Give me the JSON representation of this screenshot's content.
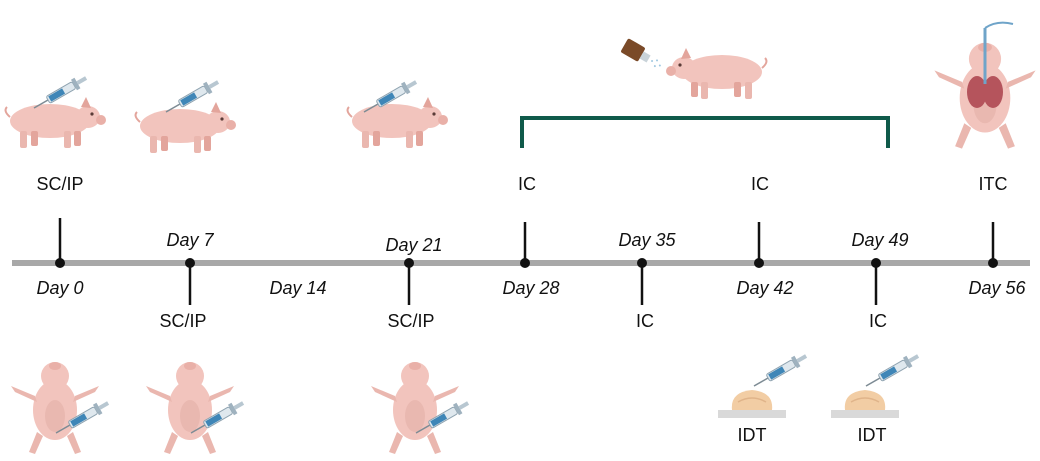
{
  "timeline": {
    "days": [
      "Day 0",
      "Day 7",
      "Day 14",
      "Day 21",
      "Day 28",
      "Day 35",
      "Day 42",
      "Day 49",
      "Day 56"
    ],
    "events": [
      {
        "day": "Day 0",
        "label": "SC/IP"
      },
      {
        "day": "Day 7",
        "label": "SC/IP"
      },
      {
        "day": "Day 21",
        "label": "SC/IP"
      },
      {
        "day": "Day 28",
        "label": "IC"
      },
      {
        "day": "Day 35",
        "label": "IC"
      },
      {
        "day": "Day 42",
        "label": "IC"
      },
      {
        "day": "Day 49",
        "label": "IC"
      },
      {
        "day": "Day 56",
        "label": "ITC"
      }
    ],
    "skin_tests": [
      "IDT",
      "IDT"
    ]
  },
  "colors": {
    "axis": "#a8a8a8",
    "bracket": "#0f5a4a",
    "pig_body": "#f2c4bd",
    "pig_shade": "#e3a59c",
    "syringe_barrel": "#dfe8ee",
    "syringe_fluid": "#3f86b7",
    "bottle": "#7a4a28",
    "skin": "#f2cda4"
  },
  "icons": [
    "pig-side-icon",
    "pig-back-icon",
    "syringe-icon",
    "spray-bottle-icon",
    "skin-sample-icon",
    "lung-dissection-icon"
  ]
}
